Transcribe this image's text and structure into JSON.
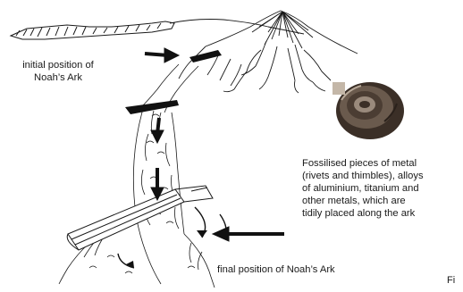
{
  "labels": {
    "initial_line1": "initial position of",
    "initial_line2": "Noah’s Ark",
    "fossil_lines": [
      "Fossilised pieces of metal",
      "(rivets and thimbles), alloys",
      "of aluminium, titanium and",
      "other metals, which are",
      "tidily placed along the ark"
    ],
    "final": "final position of Noah’s Ark",
    "fig_fragment": "Fi"
  },
  "colors": {
    "line": "#1a1a1a",
    "arrow": "#111111",
    "rock_dark": "#3b2f27",
    "rock_mid": "#6a5a4d",
    "rock_light": "#9a8a7c"
  },
  "icons": {
    "arrows": "arrow-icon",
    "photo": "fossil-photo"
  }
}
